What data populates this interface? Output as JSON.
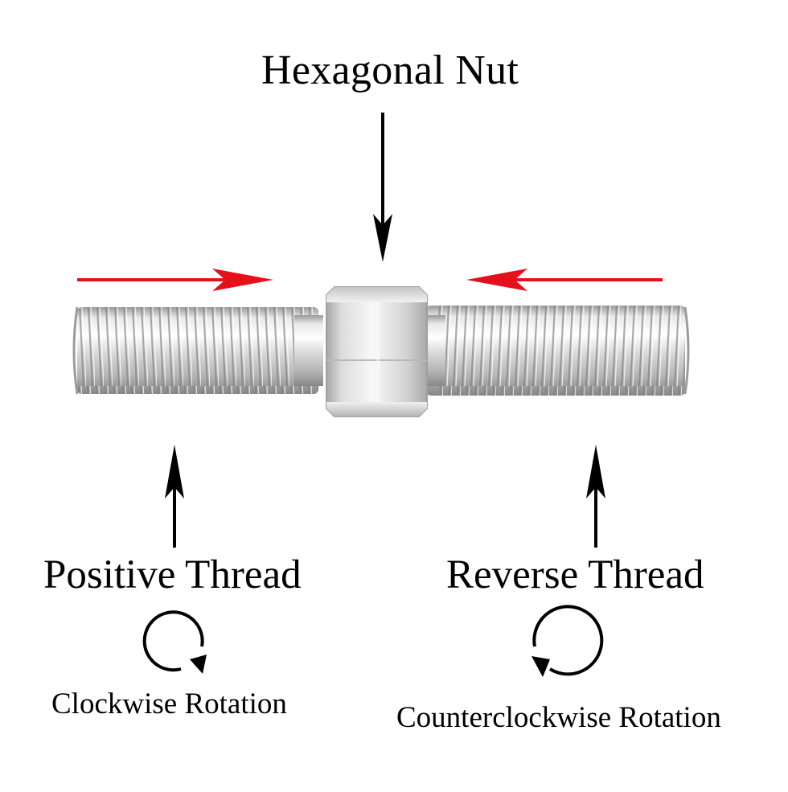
{
  "labels": {
    "nut": "Hexagonal Nut",
    "positive_thread": "Positive Thread",
    "reverse_thread": "Reverse Thread",
    "clockwise": "Clockwise Rotation",
    "counterclockwise": "Counterclockwise Rotation"
  },
  "colors": {
    "arrow_red": "#e4111a",
    "arrow_black": "#000000",
    "steel_light": "#f4f4f4",
    "steel_mid": "#c9c9c9",
    "steel_dark": "#8d8d8d"
  },
  "icons": {
    "nut_arrow": "down-arrow-icon",
    "left_red_arrow": "right-arrow-icon",
    "right_red_arrow": "left-arrow-icon",
    "positive_arrow": "up-arrow-icon",
    "reverse_arrow": "up-arrow-icon",
    "clockwise": "clockwise-rotation-icon",
    "counterclockwise": "counterclockwise-rotation-icon"
  }
}
